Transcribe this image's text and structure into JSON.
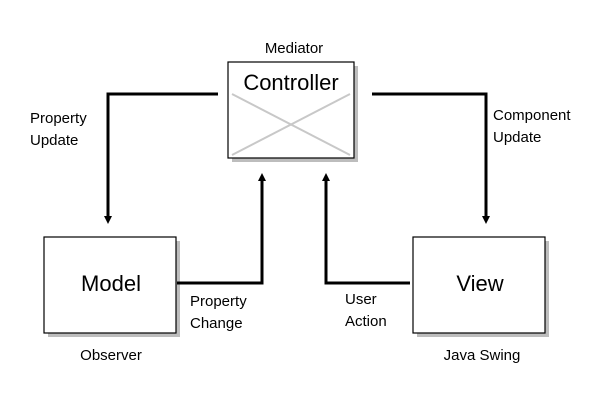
{
  "diagram": {
    "controller": {
      "label": "Controller",
      "role": "Mediator"
    },
    "model": {
      "label": "Model",
      "role": "Observer"
    },
    "view": {
      "label": "View",
      "role": "Java Swing"
    },
    "edges": {
      "controller_to_model": {
        "line1": "Property",
        "line2": "Update"
      },
      "controller_to_view": {
        "line1": "Component",
        "line2": "Update"
      },
      "model_to_controller": {
        "line1": "Property",
        "line2": "Change"
      },
      "view_to_controller": {
        "line1": "User",
        "line2": "Action"
      }
    },
    "colors": {
      "stroke": "#000000",
      "box_fill": "#ffffff",
      "shadow": "#bdbdbd",
      "cross": "#c8c8c8"
    }
  }
}
